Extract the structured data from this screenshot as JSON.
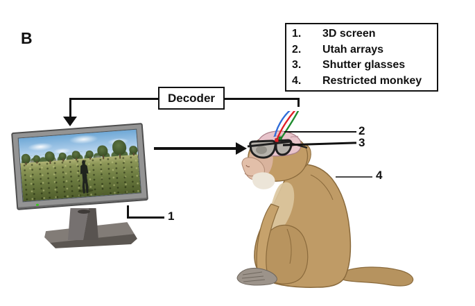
{
  "figure": {
    "panel_label": "B"
  },
  "legend": {
    "items": [
      {
        "num": "1.",
        "label": "3D screen"
      },
      {
        "num": "2.",
        "label": "Utah arrays"
      },
      {
        "num": "3.",
        "label": "Shutter glasses"
      },
      {
        "num": "4.",
        "label": "Restricted monkey"
      }
    ]
  },
  "decoder": {
    "label": "Decoder"
  },
  "callouts": {
    "c1": "1",
    "c2": "2",
    "c3": "3",
    "c4": "4"
  },
  "colors": {
    "wire_blue": "#2f6cd8",
    "wire_red": "#e11f26",
    "wire_green": "#1f8c2e",
    "outline_black": "#111111",
    "monkey_fur": "#bf9b66",
    "brain_pink": "#e8c4cb",
    "power_led_green": "#3ac61e"
  }
}
